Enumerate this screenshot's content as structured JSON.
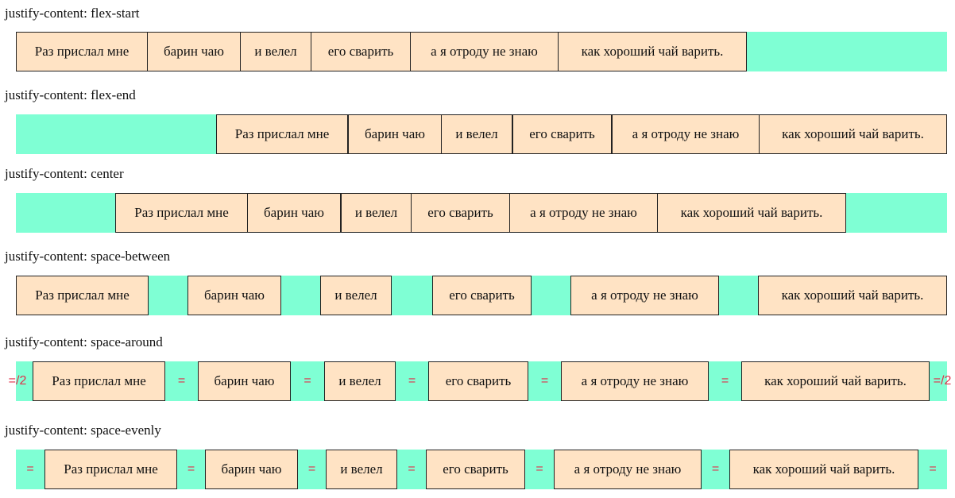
{
  "colors": {
    "container_bg": "#7fffd4",
    "item_bg": "#ffe3c4",
    "item_border": "#222222",
    "marker": "#e0304a"
  },
  "items": [
    "Раз прислал мне",
    "барин чаю",
    "и велел",
    "его сварить",
    "а я отроду не знаю",
    "как хороший чай варить."
  ],
  "sections": {
    "flex_start": {
      "title": "justify-content: flex-start"
    },
    "flex_end": {
      "title": "justify-content: flex-end"
    },
    "center": {
      "title": "justify-content: center"
    },
    "space_between": {
      "title": "justify-content: space-between"
    },
    "space_around": {
      "title": "justify-content: space-around",
      "edge_marker": "=/2",
      "gap_marker": "="
    },
    "space_evenly": {
      "title": "justify-content: space-evenly",
      "gap_marker": "="
    }
  }
}
